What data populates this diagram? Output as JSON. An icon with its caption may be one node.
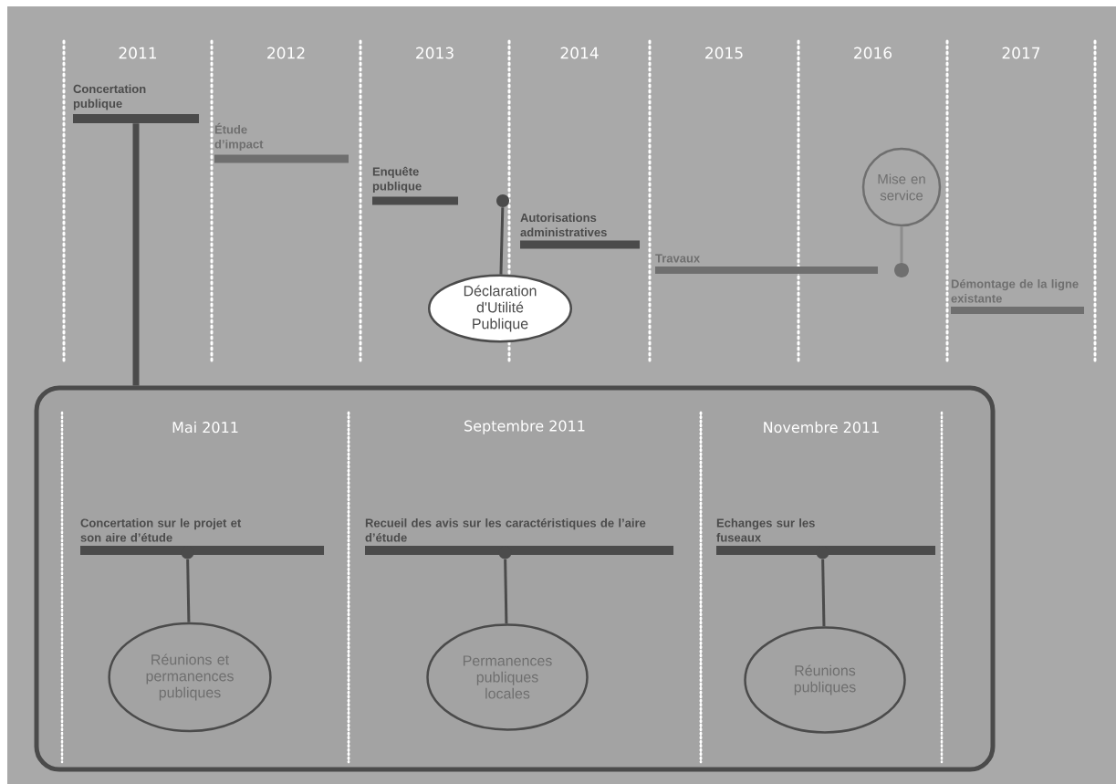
{
  "diagram": {
    "nodes": [
      {
        "text": [
          "Concertation publique"
        ]
      },
      {
        "text": [
          "Étude d’impact"
        ]
      },
      {
        "text": [
          "Enquête publique"
        ]
      },
      {
        "text": [],
        "shape": "circle"
      },
      {
        "text": [
          "Autorisations administratives"
        ]
      },
      {
        "text": [
          "Déclaration d'Utilité Publique"
        ]
      },
      {
        "text": [
          "Travaux"
        ]
      },
      {
        "text": [
          "Mise en service"
        ]
      },
      {
        "text": [],
        "shape": "circle"
      },
      {
        "text": [
          "Démontage de la ligne existante"
        ]
      },
      {
        "text": [],
        "shape": "box"
      },
      {
        "text": [
          "Concertation sur le projet et son aire d’étude"
        ],
        "in": 10
      },
      {
        "text": [
          "Réunions et permanences publiques"
        ],
        "in": 10
      },
      {
        "text": [
          "Recueil des avis sur les caractéristiques de l’aire d’étude"
        ],
        "in": 10
      },
      {
        "text": [
          "Permanences publiques locales"
        ],
        "in": 10
      },
      {
        "text": [
          "Echanges sur les fuseaux"
        ],
        "in": 10
      },
      {
        "text": [
          "Réunions publiques"
        ],
        "in": 10
      },
      {
        "text": [],
        "shape": "circle",
        "in": 10
      },
      {
        "text": [],
        "shape": "circle",
        "in": 10
      },
      {
        "text": [],
        "shape": "circle",
        "in": 10
      }
    ],
    "edges": [
      {
        "from": 0,
        "to": 10,
        "arrow": "none",
        "style": "thick"
      },
      {
        "from": 3,
        "to": 5,
        "arrow": "none"
      },
      {
        "from": 7,
        "to": 8,
        "arrow": "none",
        "color": "#8d8d8d"
      },
      {
        "from": 17,
        "to": 12,
        "arrow": "none"
      },
      {
        "from": 18,
        "to": 14,
        "arrow": "none"
      },
      {
        "from": 19,
        "to": 16,
        "arrow": "none"
      }
    ],
    "labels": [
      "2011",
      "2012",
      "2013",
      "2014",
      "2015",
      "2016",
      "2017",
      "Mai 2011",
      "Septembre 2011",
      "Novembre 2011"
    ]
  }
}
